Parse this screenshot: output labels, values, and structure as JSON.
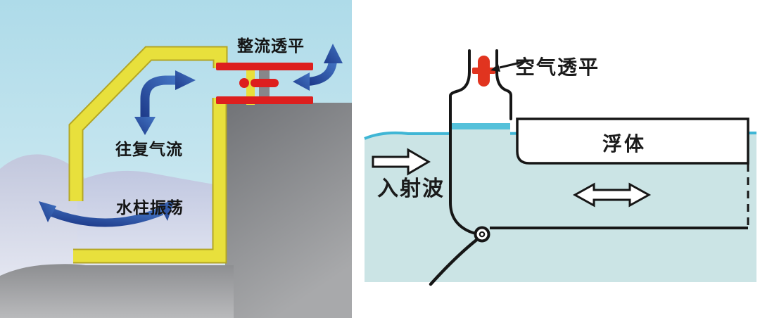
{
  "figure": {
    "description": "Two-panel schematic of oscillating water column (OWC) wave energy devices",
    "left_panel": {
      "type": "shore-fixed OWC device",
      "turbine_label": "整流透平",
      "airflow_label": "往复气流",
      "water_column_label": "水柱振荡"
    },
    "right_panel": {
      "type": "floating OWC device",
      "turbine_label": "空气透平",
      "float_label": "浮体",
      "wave_label": "入射波"
    }
  },
  "colors": {
    "sky_blue": "#b5dfec",
    "structure_yellow": "#e8e03c",
    "duct_red": "#dd1f1e",
    "arrow_blue": "#2a4fa0",
    "water_lavender": "#c6cbe0",
    "rock_gray": "#8d8e91",
    "sea_cyan": "#cbe4e5",
    "waterline_cyan": "#3fb6d5",
    "outline_black": "#161616",
    "turbine_red": "#e1341f",
    "white": "#ffffff"
  }
}
